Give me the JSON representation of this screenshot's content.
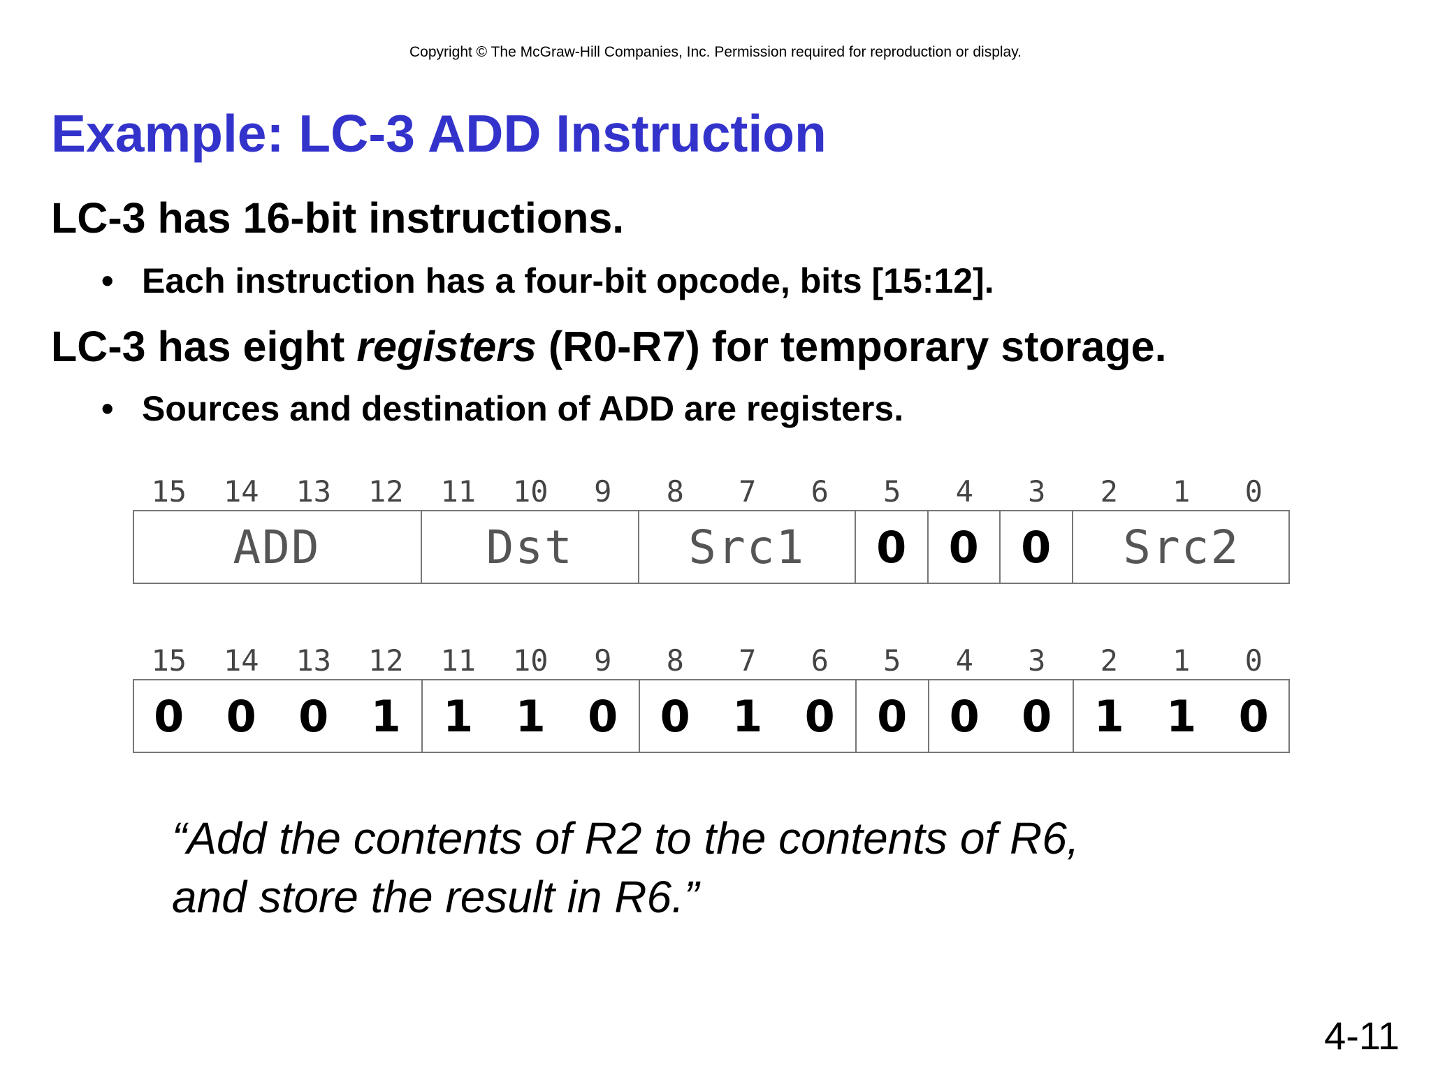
{
  "copyright": "Copyright © The McGraw-Hill Companies, Inc.  Permission required for reproduction or display.",
  "title": "Example: LC-3 ADD Instruction",
  "bullets": {
    "b1": "LC-3 has 16-bit instructions.",
    "b1_sub": "Each instruction has a four-bit opcode, bits [15:12].",
    "b2_pre": "LC-3 has eight ",
    "b2_em": "registers",
    "b2_post": " (R0-R7) for temporary storage.",
    "b2_sub": "Sources and destination of ADD are registers.",
    "bullet_char": "•"
  },
  "diagram": {
    "bit_numbers": [
      "15",
      "14",
      "13",
      "12",
      "11",
      "10",
      "9",
      "8",
      "7",
      "6",
      "5",
      "4",
      "3",
      "2",
      "1",
      "0"
    ],
    "fields": [
      {
        "label": "ADD",
        "start": 0,
        "span": 4,
        "style": "label"
      },
      {
        "label": "Dst",
        "start": 4,
        "span": 3,
        "style": "label"
      },
      {
        "label": "Src1",
        "start": 7,
        "span": 3,
        "style": "label"
      },
      {
        "label": "0",
        "start": 10,
        "span": 1,
        "style": "bold"
      },
      {
        "label": "0",
        "start": 11,
        "span": 1,
        "style": "bold"
      },
      {
        "label": "0",
        "start": 12,
        "span": 1,
        "style": "bold"
      },
      {
        "label": "Src2",
        "start": 13,
        "span": 3,
        "style": "label"
      }
    ],
    "bits": [
      "0",
      "0",
      "0",
      "1",
      "1",
      "1",
      "0",
      "0",
      "1",
      "0",
      "0",
      "0",
      "0",
      "1",
      "1",
      "0"
    ],
    "bit_dividers_after": [
      4,
      7,
      10,
      11,
      13
    ]
  },
  "quote": {
    "line1": "“Add the contents of R2 to the contents of R6,",
    "line2": "and store the result in R6.”"
  },
  "page_number": "4-11"
}
